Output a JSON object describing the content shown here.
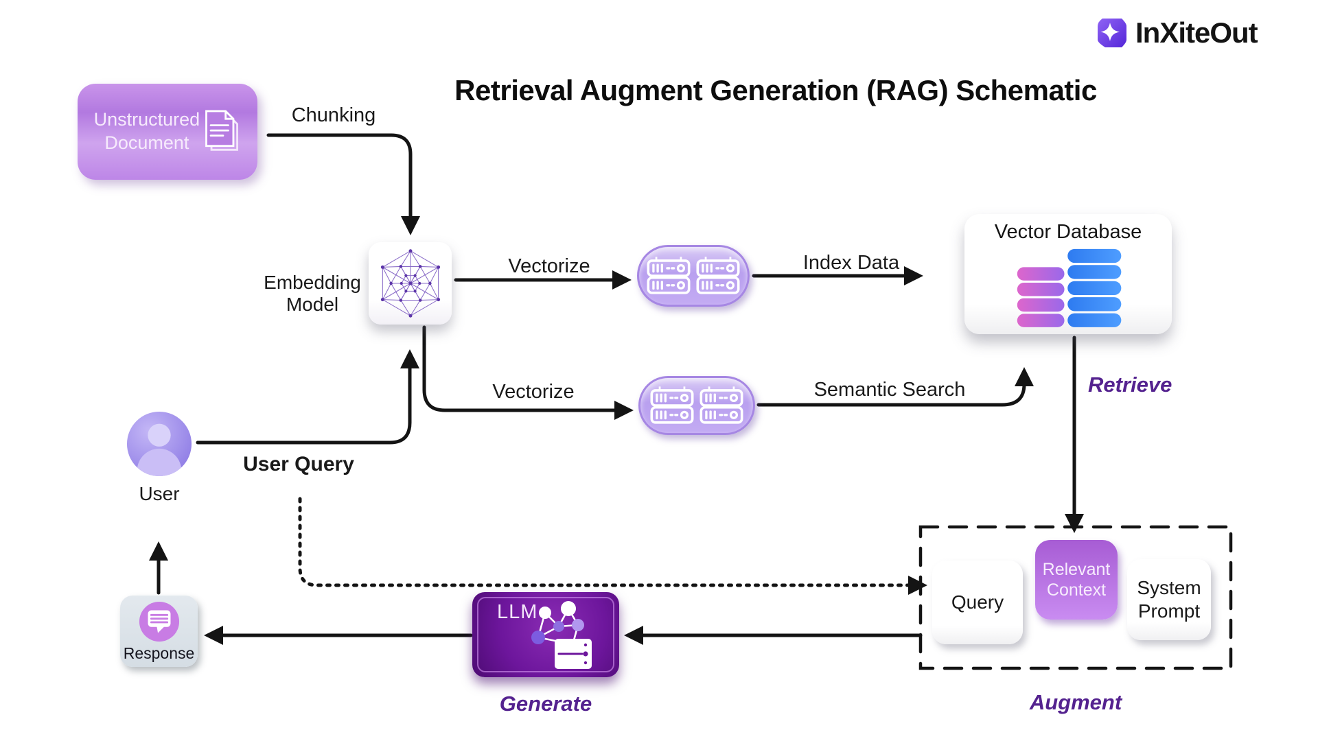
{
  "brand": {
    "name": "InXiteOut"
  },
  "title": "Retrieval Augment Generation (RAG) Schematic",
  "nodes": {
    "unstructured_document": "Unstructured Document",
    "embedding_model": "Embedding Model",
    "vector_database": "Vector Database",
    "user": "User",
    "user_query": "User Query",
    "llm": "LLM",
    "response": "Response",
    "query": "Query",
    "relevant_context": "Relevant Context",
    "system_prompt": "System Prompt"
  },
  "edge_labels": {
    "chunking": "Chunking",
    "vectorize_document": "Vectorize",
    "index_data": "Index Data",
    "vectorize_query": "Vectorize",
    "semantic_search": "Semantic Search"
  },
  "stages": {
    "retrieve": "Retrieve",
    "augment": "Augment",
    "generate": "Generate"
  },
  "icons": {
    "brand_mark": "star-shield-icon",
    "unstructured_document": "document-pages-icon",
    "embedding_model": "network-mesh-icon",
    "vectorize_servers": "server-rack-icon",
    "vector_database": "database-cylinders-icon",
    "user": "user-avatar-icon",
    "llm": "neural-network-server-icon",
    "response": "chat-bubble-icon"
  },
  "colors": {
    "stage_label": "#54228f",
    "connector": "#141414",
    "accent_purple": "#b279e0",
    "logo_purple": "#6d3bf0",
    "db_pink": "#d962cf",
    "db_blue": "#2e7bf0",
    "llm_purple": "#6d169c"
  }
}
